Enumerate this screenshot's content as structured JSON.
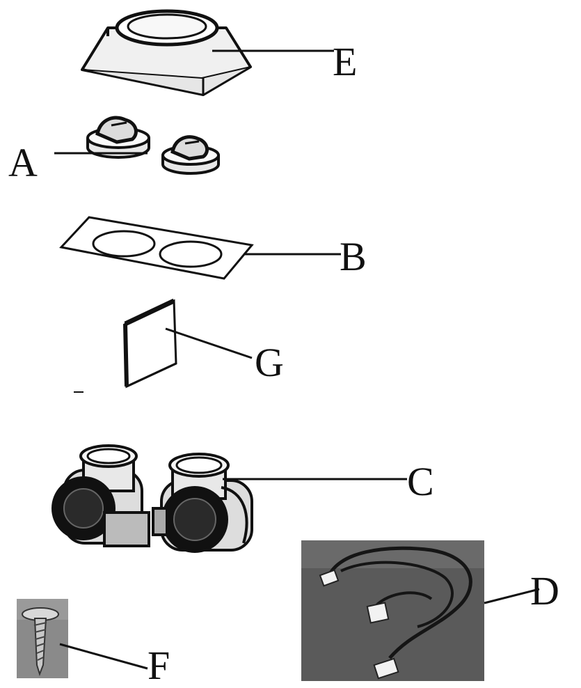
{
  "labels": {
    "E": "E",
    "A": "A",
    "B": "B",
    "G": "G",
    "C": "C",
    "D": "D",
    "F": "F"
  },
  "colors": {
    "ink": "#111111",
    "paper": "#ffffff",
    "part_fill": "#f2f2f2",
    "photo_dark": "#3a3a3a",
    "photo_bg": "#5a5a5a",
    "screw_bg": "#8a8a8a"
  }
}
